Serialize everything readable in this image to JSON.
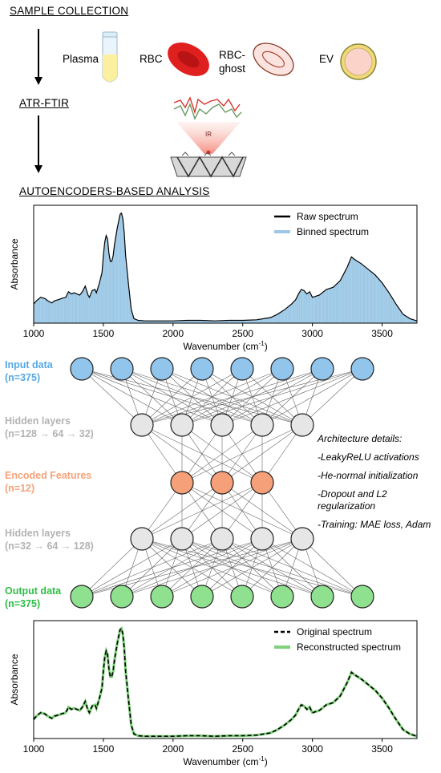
{
  "sections": {
    "sample_collection": "SAMPLE COLLECTION",
    "atr_ftir": "ATR-FTIR",
    "autoencoders": "AUTOENCODERS-BASED ANALYSIS"
  },
  "samples": [
    {
      "label": "Plasma"
    },
    {
      "label": "RBC"
    },
    {
      "label_line1": "RBC-",
      "label_line2": "ghost"
    },
    {
      "label": "EV"
    }
  ],
  "ir_label": "IR",
  "network": {
    "input": {
      "title": "Input data",
      "sub": "(n=375)",
      "color": "#8ec3ea",
      "nodes": 8
    },
    "hidden1": {
      "title": "Hidden layers",
      "sub": "(n=128 → 64 → 32)",
      "color": "#b3b3b3",
      "nodes": 5
    },
    "encoded": {
      "title": "Encoded Features",
      "sub": "(n=12)",
      "color": "#f4a179",
      "nodes": 3
    },
    "hidden2": {
      "title": "Hidden layers",
      "sub": "(n=32 → 64 → 128)",
      "color": "#b3b3b3",
      "nodes": 5
    },
    "output": {
      "title": "Output data",
      "sub": "(n=375)",
      "color": "#2ebd47",
      "nodes": 8
    }
  },
  "architecture": {
    "title": "Architecture details:",
    "items": [
      "-LeakyReLU activations",
      "-He-normal initialization",
      "-Dropout and L2",
      "regularization",
      "-Training: MAE loss, Adam"
    ]
  },
  "chart_data": [
    {
      "type": "line",
      "xlabel": "Wavenumber (cm",
      "xlabel_sup": "-1",
      "xlabel_end": ")",
      "ylabel": "Absorbance",
      "xlim": [
        1000,
        3750
      ],
      "ylim": [
        0,
        1.05
      ],
      "xticks": [
        "1000",
        "1500",
        "2000",
        "2500",
        "3000",
        "3500"
      ],
      "series": [
        {
          "name": "Raw spectrum",
          "color": "#000000",
          "style": "solid"
        },
        {
          "name": "Binned spectrum",
          "color": "#9cc8e6",
          "style": "bars"
        }
      ],
      "legend": "top-right",
      "x": [
        1000,
        1020,
        1050,
        1080,
        1100,
        1130,
        1150,
        1180,
        1200,
        1230,
        1250,
        1270,
        1290,
        1310,
        1330,
        1350,
        1370,
        1390,
        1400,
        1420,
        1440,
        1450,
        1470,
        1490,
        1500,
        1510,
        1520,
        1530,
        1540,
        1550,
        1560,
        1570,
        1580,
        1600,
        1620,
        1630,
        1640,
        1650,
        1660,
        1680,
        1700,
        1720,
        1750,
        1800,
        1900,
        2000,
        2100,
        2200,
        2300,
        2400,
        2500,
        2600,
        2700,
        2750,
        2800,
        2850,
        2880,
        2900,
        2920,
        2940,
        2960,
        2980,
        3000,
        3050,
        3100,
        3150,
        3200,
        3250,
        3280,
        3300,
        3350,
        3400,
        3450,
        3500,
        3550,
        3600,
        3650,
        3700,
        3750
      ],
      "values": [
        0.17,
        0.2,
        0.23,
        0.22,
        0.2,
        0.18,
        0.2,
        0.21,
        0.22,
        0.23,
        0.28,
        0.26,
        0.27,
        0.26,
        0.25,
        0.28,
        0.33,
        0.25,
        0.23,
        0.29,
        0.3,
        0.27,
        0.35,
        0.45,
        0.6,
        0.72,
        0.78,
        0.75,
        0.62,
        0.55,
        0.55,
        0.6,
        0.7,
        0.85,
        0.97,
        0.98,
        0.93,
        0.8,
        0.6,
        0.35,
        0.12,
        0.04,
        0.025,
        0.02,
        0.02,
        0.02,
        0.025,
        0.025,
        0.02,
        0.025,
        0.025,
        0.03,
        0.05,
        0.08,
        0.12,
        0.17,
        0.21,
        0.26,
        0.3,
        0.29,
        0.26,
        0.28,
        0.23,
        0.25,
        0.3,
        0.32,
        0.38,
        0.5,
        0.59,
        0.57,
        0.53,
        0.48,
        0.43,
        0.36,
        0.27,
        0.17,
        0.08,
        0.04,
        0.02
      ]
    },
    {
      "type": "line",
      "xlabel": "Wavenumber (cm",
      "xlabel_sup": "-1",
      "xlabel_end": ")",
      "ylabel": "Absorbance",
      "xlim": [
        1000,
        3750
      ],
      "ylim": [
        0,
        1.05
      ],
      "xticks": [
        "1000",
        "1500",
        "2000",
        "2500",
        "3000",
        "3500"
      ],
      "series": [
        {
          "name": "Original spectrum",
          "color": "#000000",
          "style": "dashed"
        },
        {
          "name": "Reconstructed spectrum",
          "color": "#7fd17a",
          "style": "solid"
        }
      ],
      "legend": "top-right",
      "x": [
        1000,
        1020,
        1050,
        1080,
        1100,
        1130,
        1150,
        1180,
        1200,
        1230,
        1250,
        1270,
        1290,
        1310,
        1330,
        1350,
        1370,
        1390,
        1400,
        1420,
        1440,
        1450,
        1470,
        1490,
        1500,
        1510,
        1520,
        1530,
        1540,
        1550,
        1560,
        1570,
        1580,
        1600,
        1620,
        1630,
        1640,
        1650,
        1660,
        1680,
        1700,
        1720,
        1750,
        1800,
        1900,
        2000,
        2100,
        2200,
        2300,
        2400,
        2500,
        2600,
        2700,
        2750,
        2800,
        2850,
        2880,
        2900,
        2920,
        2940,
        2960,
        2980,
        3000,
        3050,
        3100,
        3150,
        3200,
        3250,
        3280,
        3300,
        3350,
        3400,
        3450,
        3500,
        3550,
        3600,
        3650,
        3700,
        3750
      ],
      "values": [
        0.17,
        0.2,
        0.23,
        0.22,
        0.2,
        0.18,
        0.2,
        0.21,
        0.22,
        0.23,
        0.28,
        0.26,
        0.27,
        0.26,
        0.25,
        0.28,
        0.33,
        0.25,
        0.23,
        0.29,
        0.3,
        0.27,
        0.35,
        0.45,
        0.6,
        0.72,
        0.78,
        0.75,
        0.62,
        0.55,
        0.55,
        0.6,
        0.7,
        0.85,
        0.97,
        0.98,
        0.93,
        0.8,
        0.6,
        0.35,
        0.12,
        0.04,
        0.025,
        0.02,
        0.02,
        0.02,
        0.025,
        0.025,
        0.02,
        0.025,
        0.025,
        0.03,
        0.05,
        0.08,
        0.12,
        0.17,
        0.21,
        0.26,
        0.3,
        0.29,
        0.26,
        0.28,
        0.23,
        0.25,
        0.3,
        0.32,
        0.38,
        0.5,
        0.59,
        0.57,
        0.53,
        0.48,
        0.43,
        0.36,
        0.27,
        0.17,
        0.08,
        0.04,
        0.02
      ]
    }
  ]
}
